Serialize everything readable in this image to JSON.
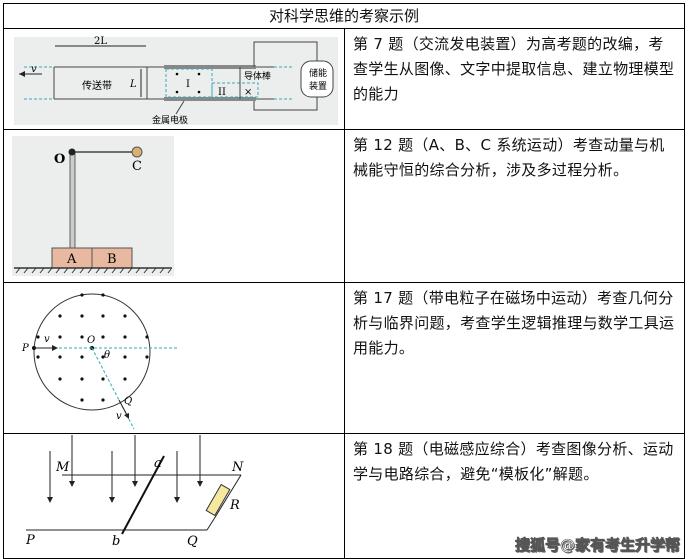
{
  "table": {
    "header": "对科学思维的考察示例",
    "rows": [
      {
        "text": "第 7 题（交流发电装置）为高考题的改编，考查学生从图像、文字中提取信息、建立物理模型的能力",
        "figure": {
          "labels": {
            "length_2l": "2L",
            "length_l": "L",
            "velocity": "v",
            "belt": "传送带",
            "region1": "I",
            "region2": "II",
            "rod": "导体棒",
            "storage_line1": "储能",
            "storage_line2": "装置",
            "electrode": "金属电极"
          }
        }
      },
      {
        "text": "第 12 题（A、B、C 系统运动）考查动量与机械能守恒的综合分析，涉及多过程分析。",
        "figure": {
          "labels": {
            "o": "O",
            "c": "C",
            "a": "A",
            "b": "B"
          }
        }
      },
      {
        "text": "第 17 题（带电粒子在磁场中运动）考查几何分析与临界问题，考查学生逻辑推理与数学工具运用能力。",
        "figure": {
          "labels": {
            "p": "P",
            "v1": "v",
            "o": "O",
            "theta": "θ",
            "q": "Q",
            "v2": "v"
          }
        }
      },
      {
        "text": "第 18 题（电磁感应综合）考查图像分析、运动学与电路综合，避免“模板化”解题。",
        "figure": {
          "labels": {
            "m": "M",
            "n": "N",
            "a": "a",
            "b": "b",
            "p": "P",
            "q": "Q",
            "r": "R"
          }
        }
      }
    ]
  },
  "watermark": "搜狐号@家有考生升学帮"
}
